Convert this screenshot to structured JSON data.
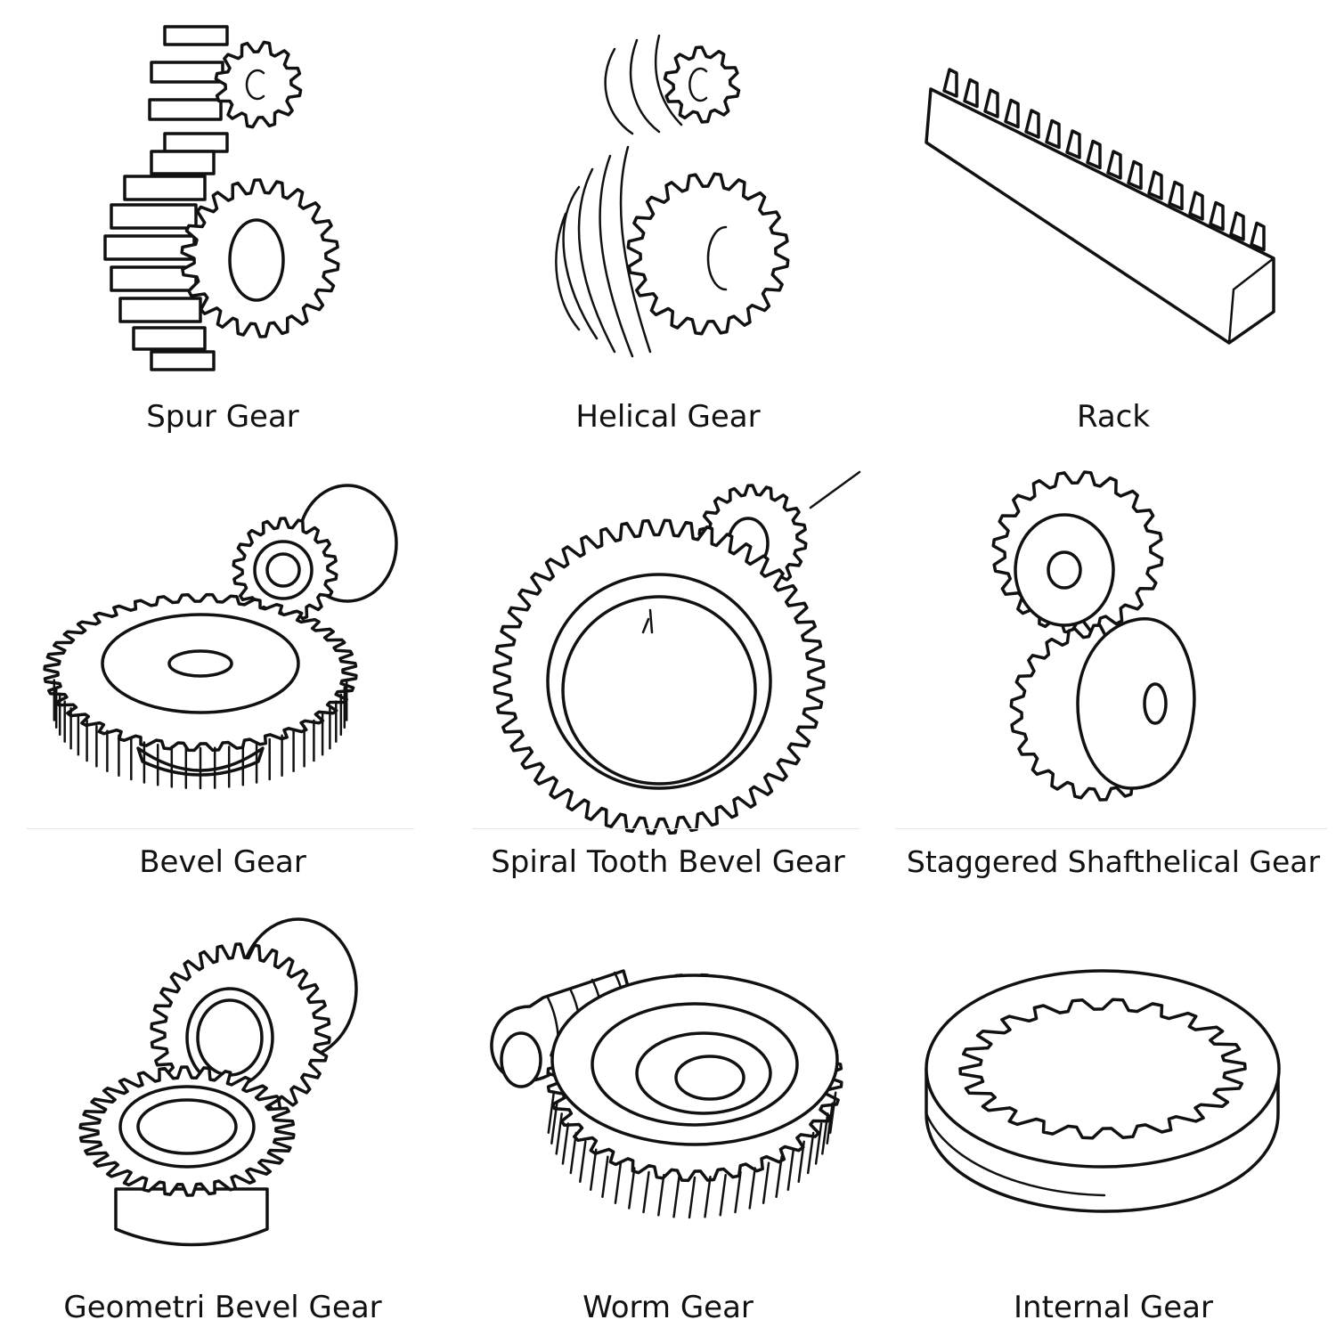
{
  "gears": [
    {
      "label": "Spur Gear"
    },
    {
      "label": "Helical Gear"
    },
    {
      "label": "Rack"
    },
    {
      "label": "Bevel Gear"
    },
    {
      "label": "Spiral Tooth Bevel Gear"
    },
    {
      "label": "Staggered Shafthelical Gear"
    },
    {
      "label": "Geometri Bevel Gear"
    },
    {
      "label": "Worm Gear"
    },
    {
      "label": "Internal Gear"
    }
  ]
}
